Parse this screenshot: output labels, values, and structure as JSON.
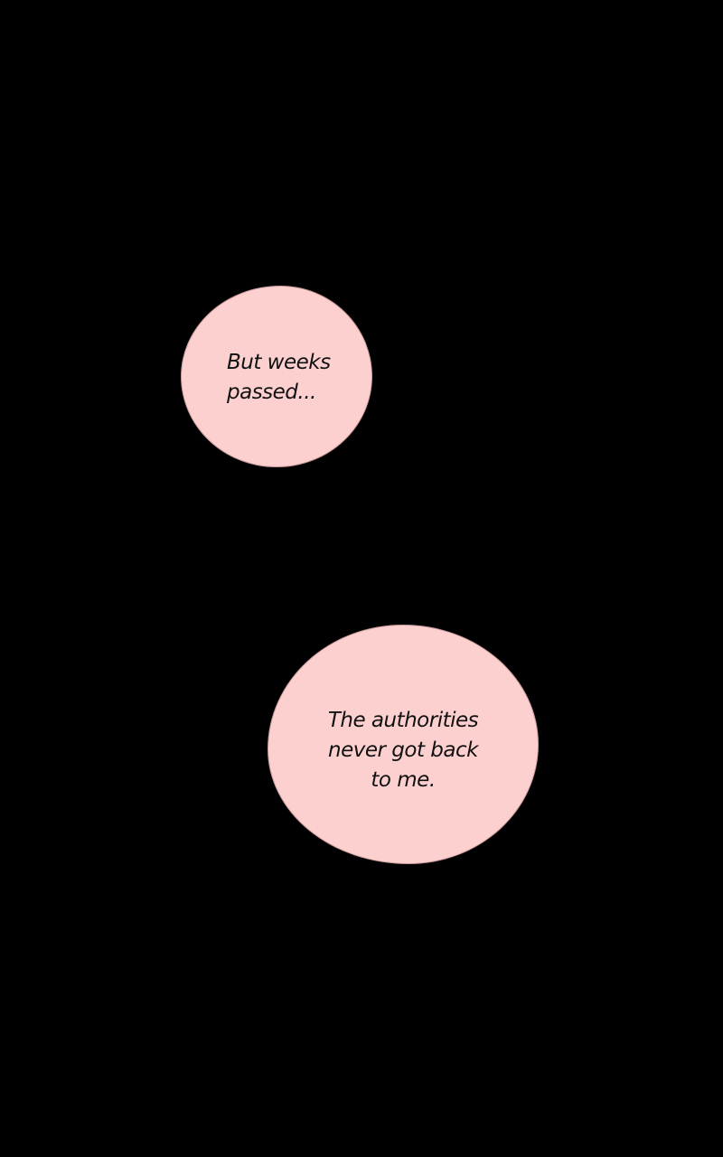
{
  "panel": {
    "background_color": "#000000",
    "bubble_color": "#fdd0d0",
    "bubbles": [
      {
        "lines": [
          "But weeks",
          "passed..."
        ]
      },
      {
        "lines": [
          "The authorities",
          "never got back",
          "to me."
        ]
      }
    ]
  }
}
